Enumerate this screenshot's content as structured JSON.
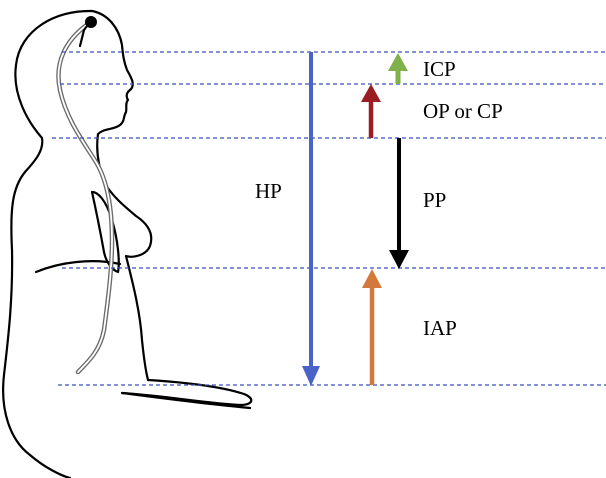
{
  "labels": {
    "hp": "HP",
    "icp": "ICP",
    "op_cp": "OP or CP",
    "pp": "PP",
    "iap": "IAP"
  },
  "colors": {
    "reference_line": "#3a4fb8",
    "hp_arrow": "#4a63c9",
    "icp_arrow": "#7fb04a",
    "op_cp_arrow": "#9b1c22",
    "pp_arrow": "#000000",
    "iap_arrow": "#d27a3c",
    "figure_outline": "#000000",
    "catheter": "#8a8a8a"
  }
}
